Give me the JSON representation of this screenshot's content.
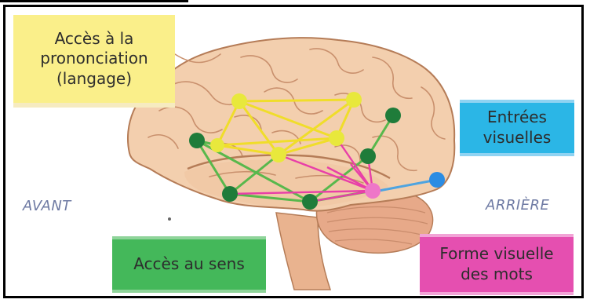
{
  "labels": {
    "pronunciation": "Accès à la\nprononciation\n(langage)",
    "visual_input": "Entrées\nvisuelles",
    "meaning": "Accès au sens",
    "word_form": "Forme visuelle\ndes mots",
    "front": "AVANT",
    "back": "ARRIÈRE"
  },
  "colors": {
    "pronunciation": "#f5e63c",
    "visual_input": "#2bb6e6",
    "meaning": "#1e8a3c",
    "word_form": "#e54fb0"
  }
}
